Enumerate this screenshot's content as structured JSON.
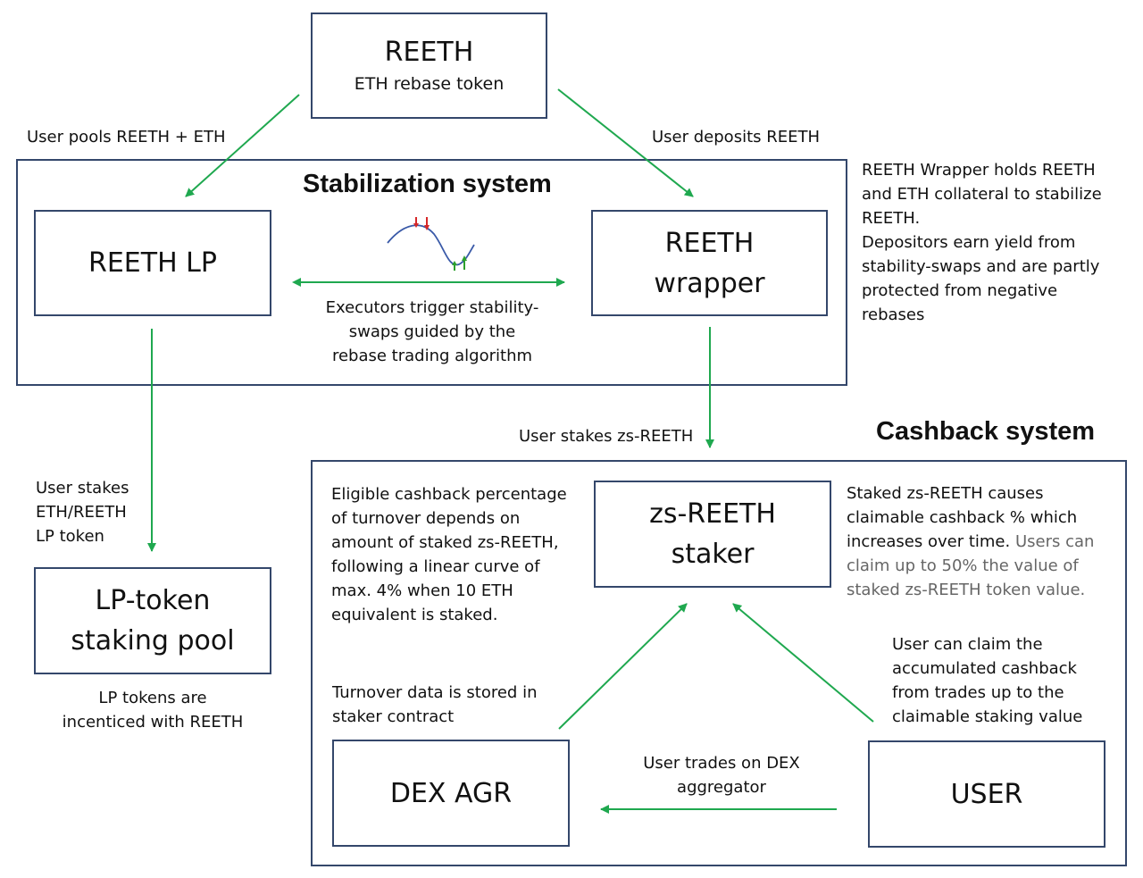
{
  "boxes": {
    "reeth": {
      "title": "REETH",
      "subtitle": "ETH rebase token"
    },
    "reeth_lp": {
      "title": "REETH LP"
    },
    "reeth_wrapper": {
      "title": "REETH\nwrapper"
    },
    "lp_staking": {
      "title": "LP-token\nstaking pool"
    },
    "zs_staker": {
      "title": "zs-REETH\nstaker"
    },
    "dex_agr": {
      "title": "DEX AGR"
    },
    "user": {
      "title": "USER"
    }
  },
  "headings": {
    "stabilization": "Stabilization system",
    "cashback": "Cashback system"
  },
  "labels": {
    "user_pools": "User pools REETH + ETH",
    "user_deposits": "User deposits REETH",
    "executors": "Executors trigger stability-\nswaps guided by the\nrebase trading algorithm",
    "wrapper_note": "REETH Wrapper holds REETH\nand ETH collateral to stabilize\nREETH.\nDepositors earn yield from\nstability-swaps and are partly\nprotected from negative\nrebases",
    "user_stakes_zs": "User stakes zs-REETH",
    "user_stakes_lp": "User stakes\nETH/REETH\nLP token",
    "lp_incentive": "LP tokens are\nincenticed with REETH",
    "eligible": "Eligible cashback percentage\nof turnover depends on\namount of staked zs-REETH,\nfollowing a linear curve of\nmax. 4% when 10 ETH\nequivalent is staked.",
    "staked_causes": "Staked zs-REETH causes\nclaimable cashback % which\nincreases over time.",
    "users_can_claim": " Users can\nclaim up to 50% the value of\nstaked zs-REETH token value.",
    "user_can_claim": "User can claim the\naccumulated cashback\nfrom trades up to the\nclaimable staking value",
    "turnover": "Turnover data is stored in\nstaker contract",
    "user_trades": "User trades on DEX\naggregator"
  },
  "colors": {
    "arrow": "#1fa84f",
    "box_border": "#34476b",
    "down_arrow": "#d62728",
    "up_arrow": "#2ca02c",
    "curve": "#3a5aa8"
  }
}
